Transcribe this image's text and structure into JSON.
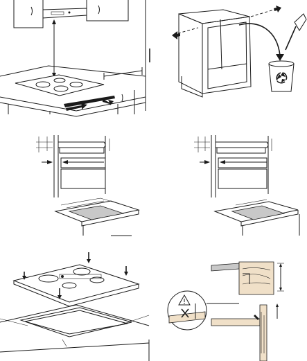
{
  "figures": [
    {
      "id": "cooker-hood-clearance"
    },
    {
      "id": "cabinet-recycle"
    },
    {
      "id": "cutout-left"
    },
    {
      "id": "cutout-right"
    },
    {
      "id": "hob-frame-install"
    },
    {
      "id": "worktop-detail"
    }
  ],
  "icons": [
    "recycle-icon",
    "warning-triangle-icon",
    "hand-icon",
    "screwdriver-icon"
  ]
}
